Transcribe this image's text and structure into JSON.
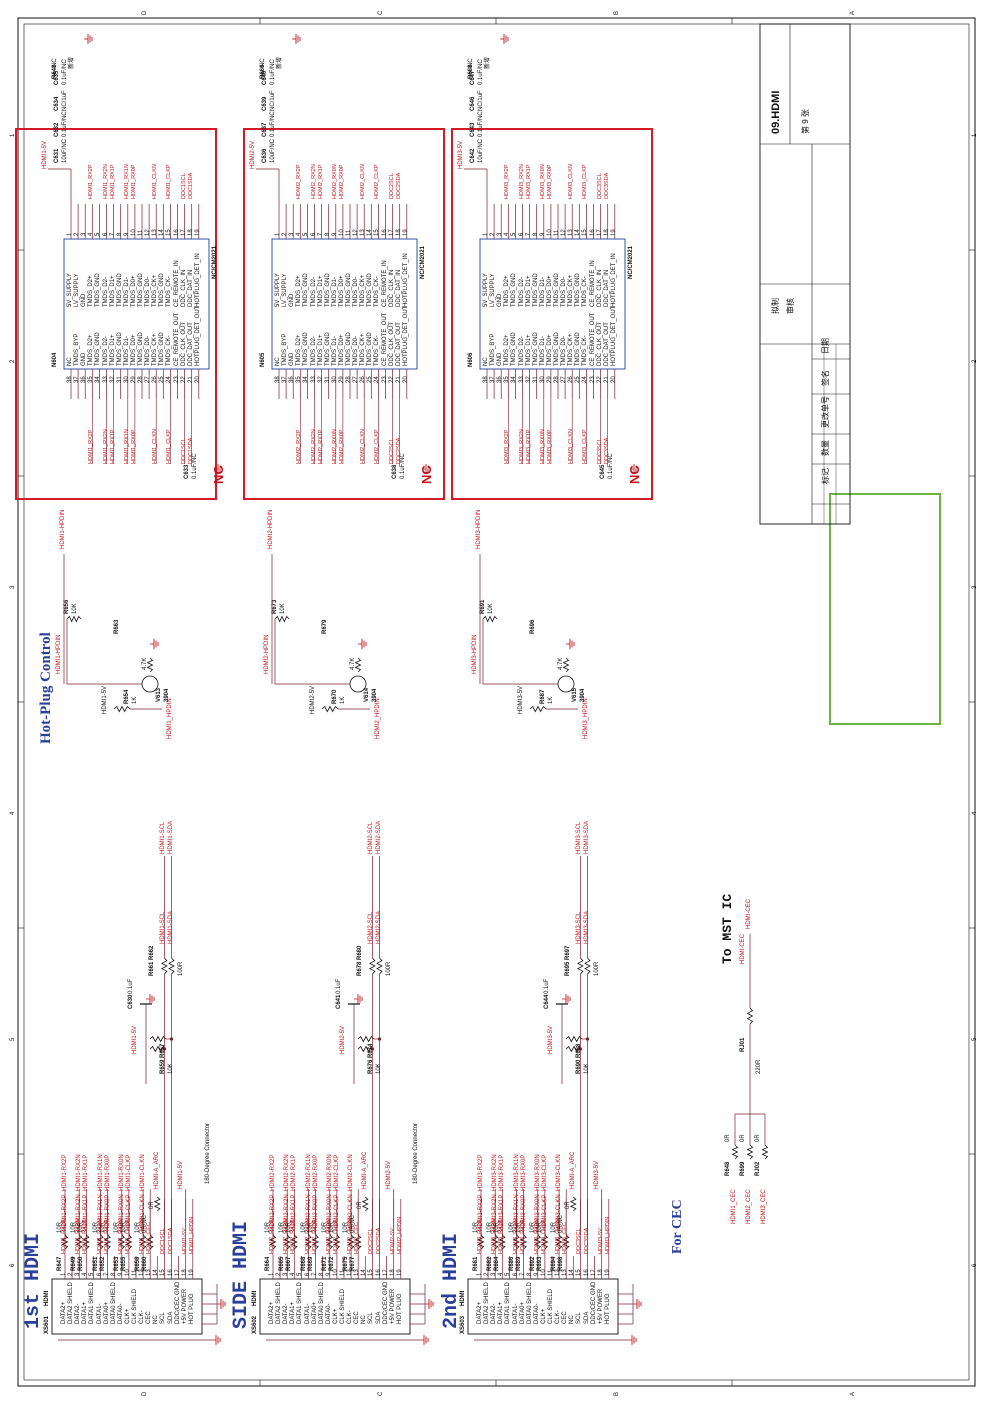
{
  "sections": {
    "hdmi1_title": "1st HDMI",
    "side_title": "SIDE HDMI",
    "hdmi2_title": "2nd HDMI",
    "hotplug_title": "Hot-Plug Control",
    "cec_title": "For CEC",
    "mst_title": "To MST IC",
    "nc_label": "NC"
  },
  "connectors": [
    {
      "ref": "XS601",
      "type": "HDMI",
      "note": "180-Degree Connector"
    },
    {
      "ref": "XS602",
      "type": "HDMI",
      "note": "180-Degree Connector"
    },
    {
      "ref": "XS603",
      "type": "HDMI",
      "note": ""
    }
  ],
  "connector_pins": [
    "DATA2+",
    "DATA2 SHIELD",
    "DATA2-",
    "DATA1+",
    "DATA1 SHIELD",
    "DATA1-",
    "DATA0+",
    "DATA0 SHIELD",
    "DATA0-",
    "CLK+",
    "CLK SHIELD",
    "CLK-",
    "CEC",
    "NC",
    "SCL",
    "SDA",
    "DDC/CEC GND",
    "+5V POWER",
    "HOT PLUG"
  ],
  "connector_pin_numbers": [
    "1",
    "2",
    "3",
    "4",
    "5",
    "6",
    "7",
    "8",
    "9",
    "10",
    "11",
    "12",
    "13",
    "14",
    "15",
    "16",
    "17",
    "18",
    "19"
  ],
  "connector_nets": [
    [
      "HDMI1_RX2P",
      "",
      "HDMI1_RX2N",
      "HDMI1_RX1P",
      "",
      "HDMI1_RX1N",
      "HDMI1_RX0P",
      "",
      "HDMI1_RX0N",
      "HDMI1_CLKP",
      "",
      "HDMI1_CLKN",
      "HDMI1_CEC",
      "",
      "DDC1SCL",
      "DDC1SDA",
      "",
      "HDMI1-5V",
      "HDMI1_HPDIN"
    ],
    [
      "HDMI2_RX2P",
      "",
      "HDMI2_RX2N",
      "HDMI2_RX1P",
      "",
      "HDMI2_RX1N",
      "HDMI2_RX0P",
      "",
      "HDMI2_RX0N",
      "HDMI2_CLKP",
      "",
      "HDMI2_CLKN",
      "HDMI2_CEC",
      "",
      "DDC2SCL",
      "DDC2SDA",
      "",
      "HDMI2-5V",
      "HDMI2_HPDIN"
    ],
    [
      "HDMI3_RX2P",
      "",
      "HDMI3_RX2N",
      "HDMI3_RX1P",
      "",
      "HDMI3_RX1N",
      "HDMI3_RX0P",
      "",
      "HDMI3_RX0N",
      "HDMI3_CLKP",
      "",
      "HDMI3_CLKN",
      "HDMI3_CEC",
      "",
      "DDC3SCL",
      "DDC3SDA",
      "",
      "HDMI3-5V",
      "HDMI3_HPDIN"
    ]
  ],
  "series_resistors": [
    [
      "R647",
      "R649",
      "R650",
      "R651",
      "R652",
      "R653",
      "R655",
      "R658",
      "R660"
    ],
    [
      "R664",
      "R665",
      "R667",
      "R668",
      "R669",
      "R671",
      "R672",
      "R675",
      "R677"
    ],
    [
      "R681",
      "R682",
      "R684",
      "R686",
      "R689",
      "R692",
      "R693",
      "R694",
      "R698"
    ]
  ],
  "resistor_values": {
    "series": "10R",
    "cec": "0R/NC",
    "arc": "0R",
    "ddc": "100R",
    "pull": "10K",
    "hp1": "1K",
    "hp2": "4.7K"
  },
  "out_nets": [
    [
      "HDMI1-RX2P",
      "HDMI1-RX2N",
      "HDMI1-RX1P",
      "HDMI1-RX1N",
      "HDMI1-RX0P",
      "HDMI1-RX0N",
      "HDMI1-CLKP",
      "HDMI1-CLKN",
      "HDMI-A_ARC",
      "HDMI1-5V"
    ],
    [
      "HDMI2-RX2P",
      "HDMI2-RX2N",
      "HDMI2-RX1P",
      "HDMI2-RX1N",
      "HDMI2-RX0P",
      "HDMI2-RX0N",
      "HDMI2-CLKP",
      "HDMI2-CLKN",
      "HDMI-A_ARC",
      "HDMI2-5V"
    ],
    [
      "HDMI3-RX2P",
      "HDMI3-RX2N",
      "HDMI3-RX1P",
      "HDMI3-RX1N",
      "HDMI3-RX0P",
      "HDMI3-RX0N",
      "HDMI3-CLKP",
      "HDMI3-CLKN",
      "HDMI-A_ARC",
      "HDMI3-5V"
    ]
  ],
  "ddc": [
    {
      "pullups": "R659 R657",
      "cap": "C630",
      "cap_val": "0.1uF",
      "series": "R661 R662",
      "scl": "HDMI1-SCL",
      "sda": "HDMI1-SDA",
      "pwr": "HDMI1-5V"
    },
    {
      "pullups": "R676 R674",
      "cap": "C641",
      "cap_val": "0.1uF",
      "series": "R678 R680",
      "scl": "HDMI2-SCL",
      "sda": "HDMI2-SDA",
      "pwr": "HDMI2-5V"
    },
    {
      "pullups": "R690 R688",
      "cap": "C644",
      "cap_val": "0.1uF",
      "series": "R695 R697",
      "scl": "HDMI3-SCL",
      "sda": "HDMI3-SDA",
      "pwr": "HDMI3-5V"
    }
  ],
  "hotplug": [
    {
      "q": "V613",
      "qtype": "3904",
      "r1": "R654",
      "r2": "R663",
      "r3": "R656",
      "pwr": "HDMI1-5V",
      "in": "HDMI1_HPDIN",
      "out": "HDMI1-HPDIN"
    },
    {
      "q": "V614",
      "qtype": "3904",
      "r1": "R670",
      "r2": "R679",
      "r3": "R673",
      "pwr": "HDMI2-5V",
      "in": "HDMI2_HPDIN",
      "out": "HDMI2-HPDIN"
    },
    {
      "q": "V615",
      "qtype": "3904",
      "r1": "R687",
      "r2": "R696",
      "r3": "R691",
      "pwr": "HDMI3-5V",
      "in": "HDMI3_HPDIN",
      "out": "HDMI3-HPDIN"
    }
  ],
  "cec": {
    "nets": [
      "HDMI1_CEC",
      "HDMI2_CEC",
      "HDMI3_CEC"
    ],
    "res": [
      "R648",
      "R699",
      "RJ02"
    ],
    "res_val": "0R",
    "rj01": "RJ01",
    "rj01_val": "220R",
    "out": "HDMI-CEC"
  },
  "ic": {
    "refs": [
      "N604",
      "N605",
      "N606"
    ],
    "part": "NC/CM2021",
    "left_pins": [
      "NC",
      "TMDS_BYP",
      "GND",
      "TMDS_D2+",
      "TMDS_GND",
      "TMDS_D2-",
      "TMDS_D1+",
      "TMDS_GND",
      "TMDS_D1-",
      "TMDS_D0+",
      "TMDS_GND",
      "TMDS_D0-",
      "TMDS_CK+",
      "TMDS_GND",
      "TMDS_CK-",
      "CE_REMOTE_OUT",
      "DDC_CLK_OUT",
      "DDC_DAT_OUT",
      "HOTPLUG_DET_OUT"
    ],
    "left_nums": [
      "38",
      "37",
      "36",
      "35",
      "34",
      "33",
      "32",
      "31",
      "30",
      "29",
      "28",
      "27",
      "26",
      "25",
      "24",
      "23",
      "22",
      "21",
      "20"
    ],
    "right_pins": [
      "5V_SUPPLY",
      "LV_SUPPLY",
      "GND",
      "TMDS_D2+",
      "TMDS_GND",
      "TMDS_D2-",
      "TMDS_D1+",
      "TMDS_GND",
      "TMDS_D1-",
      "TMDS_D0+",
      "TMDS_GND",
      "TMDS_D0-",
      "TMDS_CK+",
      "TMDS_GND",
      "TMDS_CK-",
      "CE_REMOTE_IN",
      "DDC_CLK_IN",
      "DDC_DAT_IN",
      "HOTPLUG_DET_IN"
    ],
    "right_nums": [
      "1",
      "2",
      "3",
      "4",
      "5",
      "6",
      "7",
      "8",
      "9",
      "10",
      "11",
      "12",
      "13",
      "14",
      "15",
      "16",
      "17",
      "18",
      "19"
    ],
    "caps": [
      [
        "C633",
        "C631",
        "C632",
        "C634",
        "C635"
      ],
      [
        "C638",
        "C636",
        "C637",
        "C639",
        "C640"
      ],
      [
        "C645",
        "C642",
        "C643",
        "C646",
        "C647"
      ]
    ],
    "cap_vals": [
      "0.1uF/NC",
      "10uF/NC",
      "0.1uF/NC",
      "NC/1uF",
      "0.1uF/NC"
    ],
    "res": [
      "R648",
      "R666",
      "R688"
    ],
    "res_val": "NC",
    "new_note": "新增",
    "pwr": [
      "HDMI1-5V",
      "HDMI2-5V",
      "HDMI3-5V"
    ],
    "left_nets": [
      [
        "HDMI1_RX2P",
        "HDMI1_RX2N",
        "HDMI1_RX1P",
        "HDMI1_RX1N",
        "HDMI1_RX0P",
        "HDMI1_CLKN",
        "HDMI1_CLKP",
        "DDC1SCL",
        "DDC1SDA"
      ],
      [
        "HDMI2_RX2P",
        "HDMI2_RX2N",
        "HDMI2_RX1P",
        "HDMI2_RX0N",
        "HDMI2_RX0P",
        "HDMI2_CLKN",
        "HDMI2_CLKP",
        "DDC2SCL",
        "DDC2SDA"
      ],
      [
        "HDMI3_RX2P",
        "HDMI3_RX2N",
        "HDMI3_RX1P",
        "HDMI3_RX0N",
        "HDMI3_RX0P",
        "HDMI3_CLKN",
        "HDMI3_CLKP",
        "DDC3SCL",
        "DDC3SDA"
      ]
    ]
  },
  "title_block": {
    "title": "09.HDMI",
    "sheet_label": "第  9  张",
    "cols": [
      "标记",
      "数量",
      "更改单号",
      "签名",
      "日期"
    ],
    "drawn": "拟制",
    "checked": "审核"
  },
  "border_letters": [
    "D",
    "C",
    "B",
    "A"
  ],
  "border_numbers": [
    "6",
    "5",
    "4",
    "3",
    "2",
    "1"
  ]
}
